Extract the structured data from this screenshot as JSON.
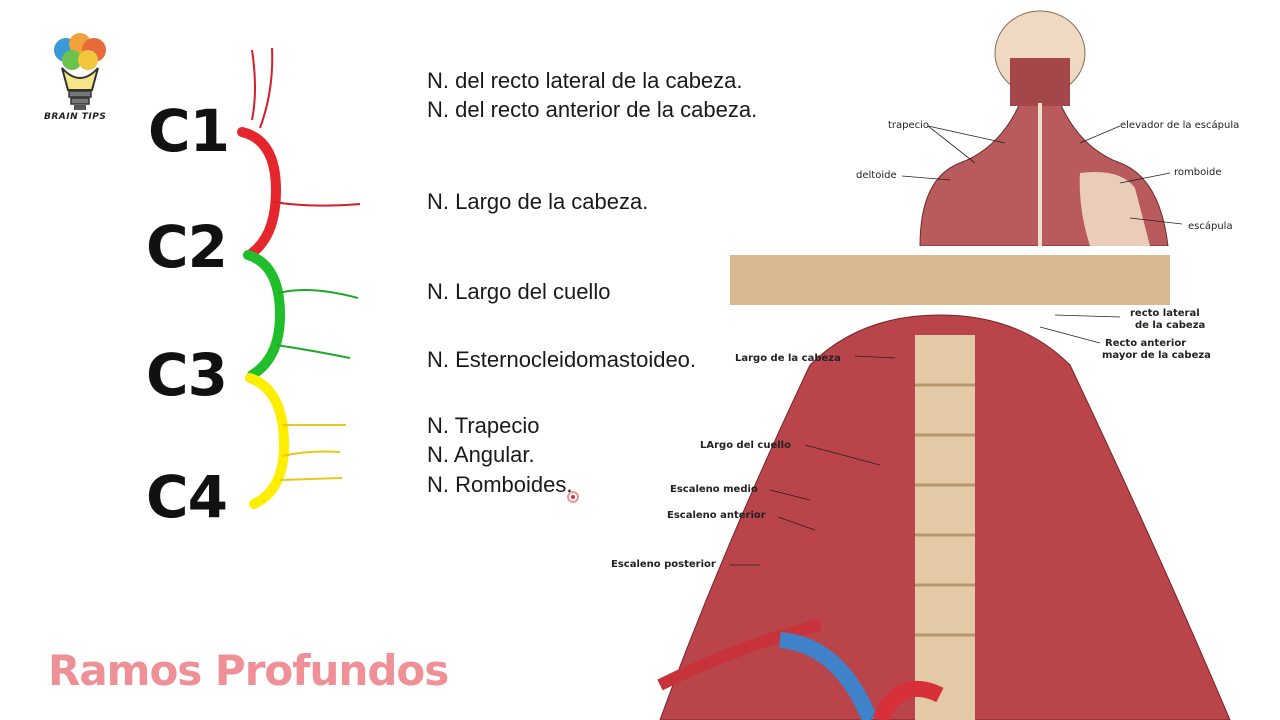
{
  "logo": {
    "text": "BRAIN TIPS"
  },
  "vertebrae": [
    "C1",
    "C2",
    "C3",
    "C4"
  ],
  "nerves": [
    "N. del recto lateral de la cabeza.",
    "N. del recto anterior de la cabeza.",
    "N. Largo de la cabeza.",
    "N. Largo del cuello",
    "N. Esternocleidomastoideo.",
    "N. Trapecio",
    "N. Angular.",
    "N. Romboides."
  ],
  "title": "Ramos Profundos",
  "back_figure": {
    "labels": [
      "trapecio",
      "deltoide",
      "elevador de la escápula",
      "romboide",
      "escápula"
    ]
  },
  "neck_figure": {
    "labels": [
      "recto lateral",
      "de la cabeza",
      "Recto anterior",
      "mayor de la cabeza",
      "Largo de la cabeza",
      "LArgo del cuello",
      "Escaleno medio",
      "Escaleno anterior",
      "Escaleno posterior"
    ]
  },
  "colors": {
    "c1_segment": "#e5262c",
    "c2_segment": "#1fbe2a",
    "c3_segment": "#ffee00",
    "title": "#ef8f96"
  }
}
